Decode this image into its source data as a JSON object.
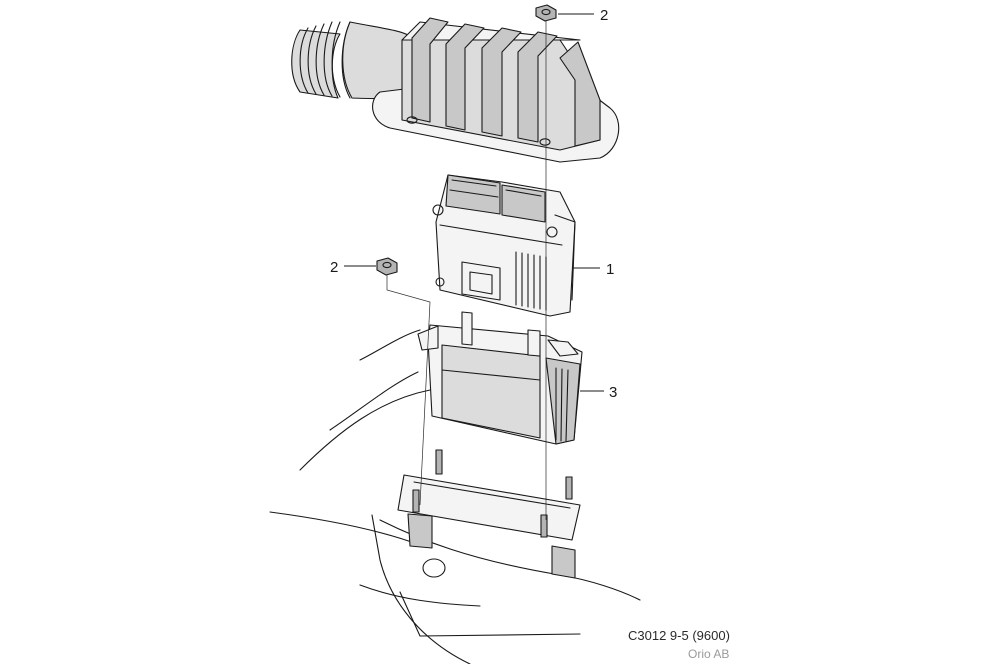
{
  "callouts": [
    {
      "id": "nut-top",
      "label": "2"
    },
    {
      "id": "control-module",
      "label": "1"
    },
    {
      "id": "nut-left",
      "label": "2"
    },
    {
      "id": "holder",
      "label": "3"
    }
  ],
  "caption": {
    "code": "C3012 9-5 (9600)",
    "owner": "Orio AB"
  }
}
